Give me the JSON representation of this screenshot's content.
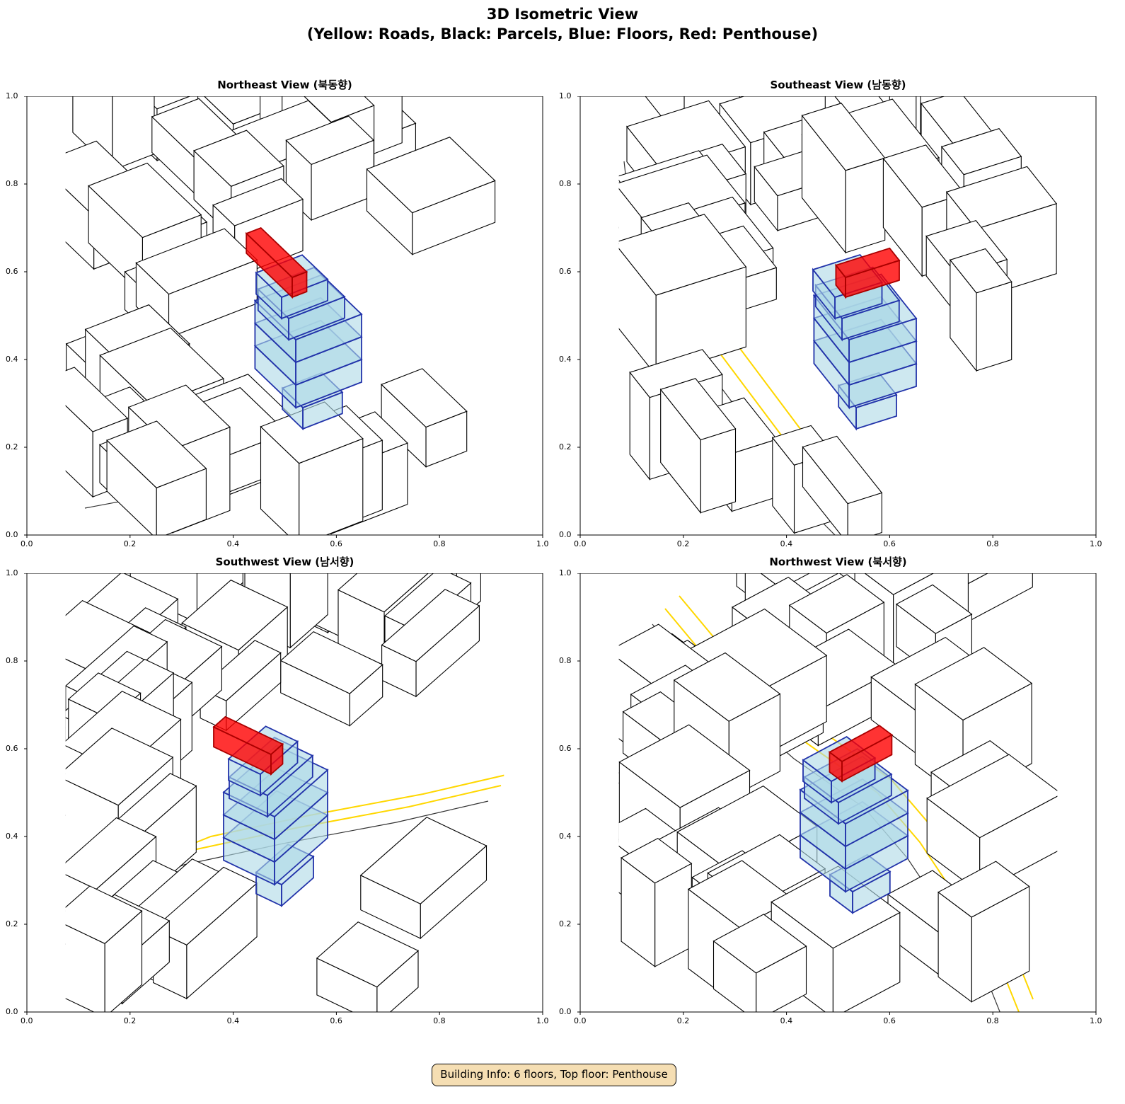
{
  "figure": {
    "title_line1": "3D Isometric View",
    "title_line2": "(Yellow: Roads, Black: Parcels, Blue: Floors, Red: Penthouse)"
  },
  "panels": [
    {
      "title": "Northeast View (북동향)"
    },
    {
      "title": "Southeast View (남동향)"
    },
    {
      "title": "Southwest View (남서향)"
    },
    {
      "title": "Northwest View (북서향)"
    }
  ],
  "axis": {
    "x_ticks": [
      "0.0",
      "0.2",
      "0.4",
      "0.6",
      "0.8",
      "1.0"
    ],
    "y_ticks": [
      "0.0",
      "0.2",
      "0.4",
      "0.6",
      "0.8",
      "1.0"
    ],
    "xlim": [
      0,
      1
    ],
    "ylim": [
      0,
      1
    ]
  },
  "building": {
    "floors": 6,
    "top_floor": "Penthouse"
  },
  "info_box": "Building Info: 6 floors, Top floor: Penthouse",
  "colors": {
    "road": "#ffd700",
    "parcel": "#000000",
    "floor_fill": "#add8e6",
    "floor_edge": "#2233aa",
    "penthouse": "#ff0000",
    "info_bg": "#f5deb3"
  }
}
